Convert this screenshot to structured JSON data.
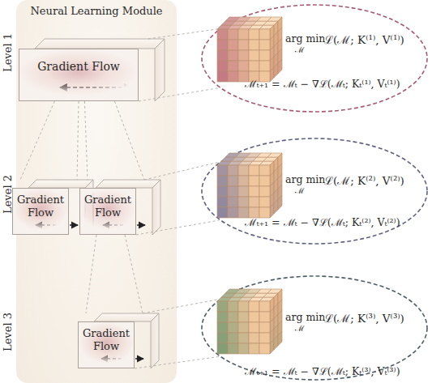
{
  "diagram": {
    "nodes": [
      {
        "text": [
          "Neural Learning Module"
        ]
      },
      {
        "text": [
          "Gradient Flow"
        ],
        "in": 0
      },
      {
        "text": [
          "Gradient Flow"
        ],
        "in": 0
      },
      {
        "text": [
          "Gradient Flow"
        ],
        "in": 0
      },
      {
        "text": [
          "Gradient Flow"
        ],
        "in": 0
      },
      {
        "text": [
          "arg min",
          "ℳ",
          "ℒ(ℳ; K⁽¹⁾, V⁽¹⁾)",
          "ℳₜ₊₁ = ℳₜ − ∇ℒ(ℳₜ; Kₜ⁽¹⁾, Vₜ⁽¹⁾)"
        ]
      },
      {
        "text": [
          "arg min",
          "ℳ",
          "ℒ(ℳ; K⁽²⁾, V⁽²⁾)",
          "ℳₜ₊₁ = ℳₜ − ∇ℒ(ℳₜ; Kₜ⁽²⁾, Vₜ⁽²⁾)"
        ]
      },
      {
        "text": [
          "arg min",
          "ℳ",
          "ℒ(ℳ; K⁽³⁾, V⁽³⁾)",
          "ℳₜ₊₁ = ℳₜ − ∇ℒ(ℳₜ; Kₜ⁽³⁾, Vₜ⁽³⁾)"
        ]
      }
    ],
    "edges": [
      {
        "from": 1,
        "to": 2,
        "arrow": "none"
      },
      {
        "from": 1,
        "to": 3,
        "arrow": "none"
      },
      {
        "from": 3,
        "to": 4,
        "arrow": "none"
      },
      {
        "from": 1,
        "to": 5,
        "arrow": "none"
      },
      {
        "from": 3,
        "to": 6,
        "arrow": "none"
      },
      {
        "from": 4,
        "to": 7,
        "arrow": "none"
      }
    ],
    "labels": [
      "Level 1",
      "Level 2",
      "Level 3"
    ]
  }
}
